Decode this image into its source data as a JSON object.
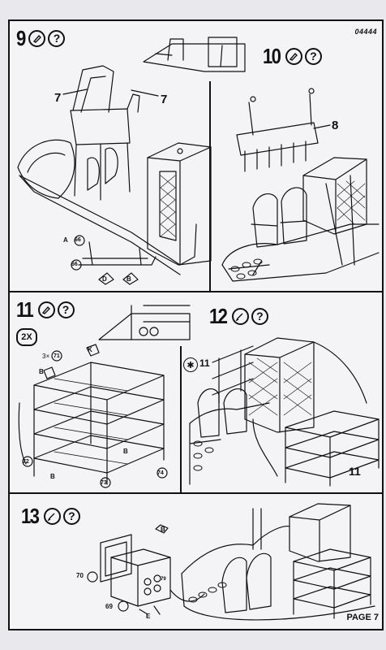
{
  "header": {
    "code": "04444"
  },
  "footer": {
    "page": "PAGE 7"
  },
  "steps": [
    {
      "number": "9",
      "question": "?"
    },
    {
      "number": "10",
      "question": "?"
    },
    {
      "number": "11",
      "question": "?"
    },
    {
      "number": "12",
      "question": "?"
    },
    {
      "number": "13",
      "question": "?"
    }
  ],
  "callouts": {
    "s9_left": "7",
    "s9_right": "7",
    "s9_a": "A",
    "s9_66a": "66",
    "s9_66b": "66",
    "s9_d": "D",
    "s9_b": "B",
    "s10_part": "8",
    "s11_qty": "2X",
    "s11_3x": "3×",
    "s11_71": "71",
    "s11_72": "72",
    "s11_73": "73",
    "s11_74": "74",
    "s11_b1": "B",
    "s11_b2": "B",
    "s11_b3": "B",
    "s11_k": "K",
    "s12_star": "✱",
    "s12_11a": "11",
    "s12_11b": "11",
    "s13_70": "70",
    "s13_69": "69",
    "s13_b": "B",
    "s13_e": "E",
    "s13_79": "79"
  }
}
